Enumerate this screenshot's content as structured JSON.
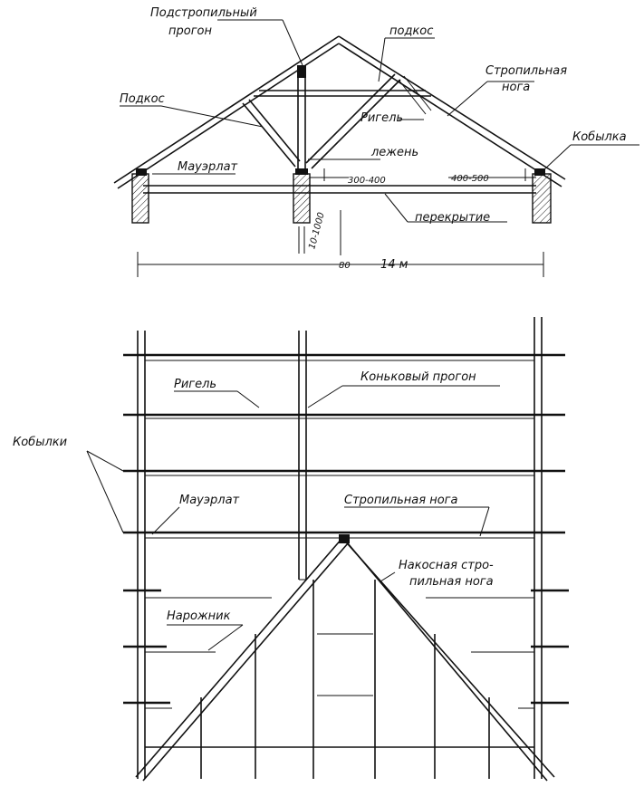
{
  "section": {
    "labels": {
      "ridge_purlin": [
        "Подстропильный",
        "прогон"
      ],
      "strut_top": "подкос",
      "rafter": [
        "Стропильная",
        "нога"
      ],
      "strut_left": "Подкос",
      "collar": "Ригель",
      "eave_piece": "Кобылка",
      "wall_plate": "Мауэрлат",
      "sill": "лежень",
      "floor": "перекрытие"
    },
    "dimensions": {
      "center_gap": "300-400",
      "side_gap": "400-500",
      "post_gap": "10-1000",
      "offset": "80",
      "span": "14 м"
    }
  },
  "plan": {
    "labels": {
      "collar": "Ригель",
      "ridge_purlin": "Коньковый прогон",
      "eave_pieces": "Кобылки",
      "wall_plate": "Мауэрлат",
      "rafter": "Стропильная нога",
      "hip_rafter": [
        "Накосная стро-",
        "пильная нога"
      ],
      "jack_rafter": "Нарожник"
    }
  },
  "colors": {
    "ink": "#111111",
    "paper": "#ffffff"
  }
}
